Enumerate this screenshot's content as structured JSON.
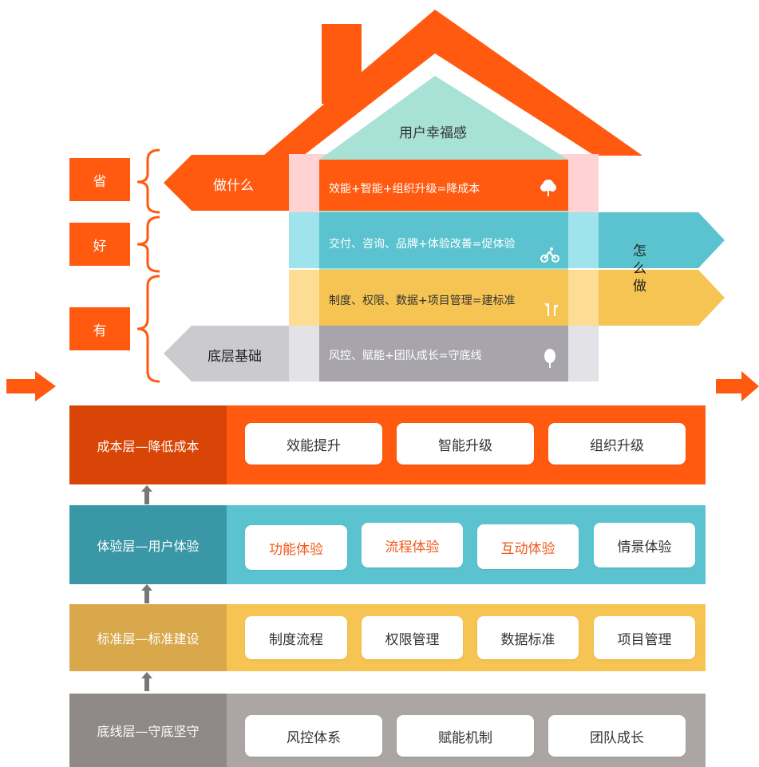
{
  "house": {
    "roof_title": "用户幸福感",
    "bands": [
      {
        "text": "效能+智能+组织升级=降成本",
        "icon": "tree-icon"
      },
      {
        "text": "交付、咨询、品牌+体验改善=促体验",
        "icon": "bicycle-icon"
      },
      {
        "text": "制度、权限、数据+项目管理=建标准",
        "icon": "sprout-icon"
      },
      {
        "text": "风控、赋能+团队成长=守底线",
        "icon": "leaf-tree-icon"
      }
    ],
    "left_arrow_top": "做什么",
    "left_arrow_bottom": "底层基础",
    "right_label": "怎\n么\n做"
  },
  "side_labels": [
    "省",
    "好",
    "有"
  ],
  "colors": {
    "orange": "#FF5A0F",
    "teal": "#5BC3D0",
    "yellow": "#F6C452",
    "gray": "#ABA6A3",
    "dark_orange": "#D94506",
    "dark_teal": "#3A97A6",
    "dark_yellow": "#D8A84B",
    "dark_gray": "#8F8A87",
    "mint": "#A8E2D6"
  },
  "layers": [
    {
      "label": "成本层—降低成本",
      "items": [
        "效能提升",
        "智能升级",
        "组织升级"
      ]
    },
    {
      "label": "体验层—用户体验",
      "items": [
        "功能体验",
        "流程体验",
        "互动体验",
        "情景体验"
      ]
    },
    {
      "label": "标准层—标准建设",
      "items": [
        "制度流程",
        "权限管理",
        "数据标准",
        "项目管理"
      ]
    },
    {
      "label": "底线层—守底坚守",
      "items": [
        "风控体系",
        "赋能机制",
        "团队成长"
      ]
    }
  ]
}
